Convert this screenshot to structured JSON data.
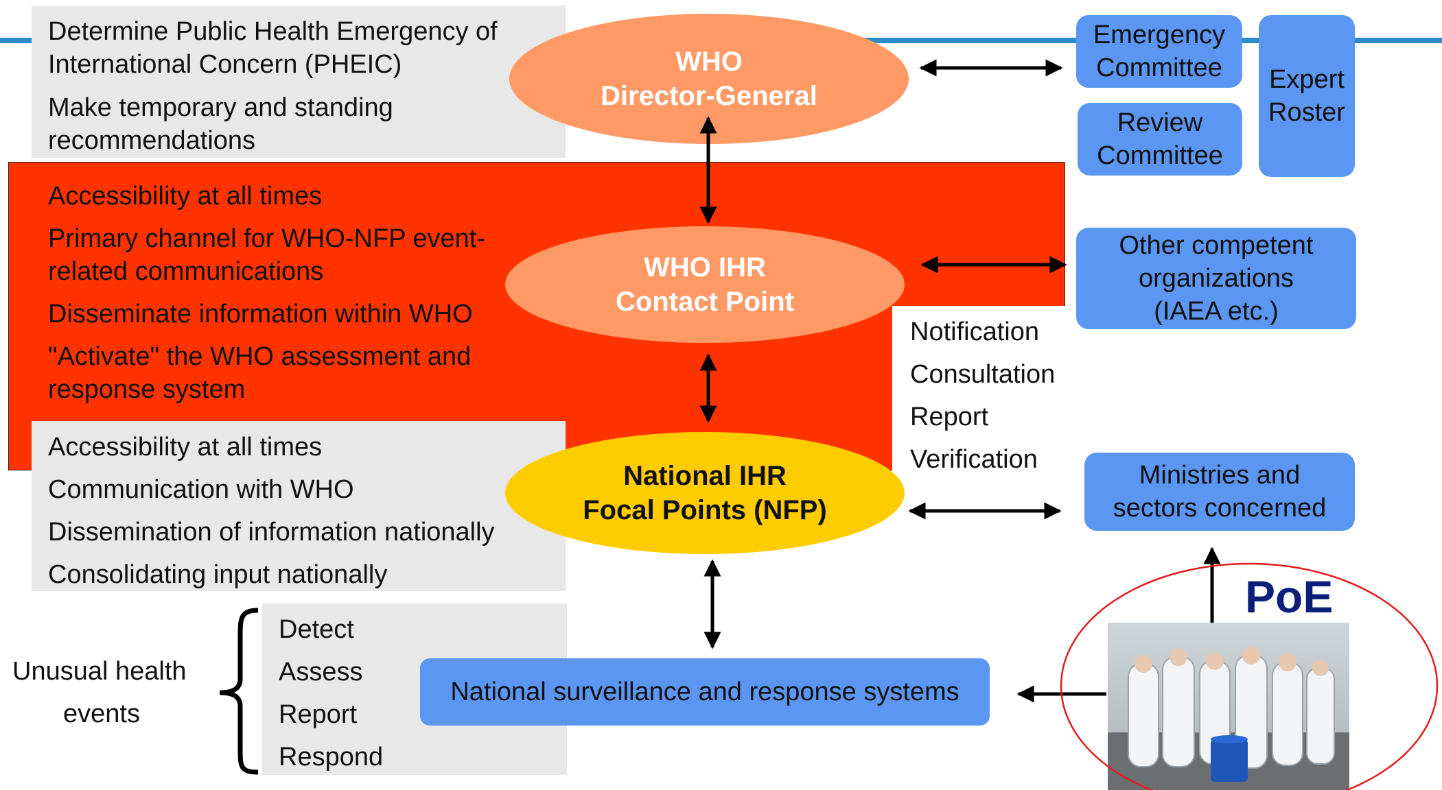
{
  "who_dg": {
    "line1": "WHO",
    "line2": "Director-General",
    "tasks": [
      "Determine Public Health Emergency of",
      "International Concern (PHEIC)",
      "Make temporary and standing",
      "recommendations"
    ]
  },
  "contact_point": {
    "line1": "WHO IHR",
    "line2": "Contact Point",
    "tasks": [
      "Accessibility at all times",
      "Primary channel for WHO-NFP event-",
      "related communications",
      "Disseminate information within WHO",
      "\"Activate\" the WHO assessment and",
      "response system"
    ]
  },
  "nfp": {
    "line1": "National IHR",
    "line2": "Focal Points (NFP)",
    "tasks": [
      "Accessibility at all times",
      "Communication with WHO",
      "Dissemination of information nationally",
      "Consolidating input nationally"
    ]
  },
  "committees": {
    "emergency": [
      "Emergency",
      "Committee"
    ],
    "review": [
      "Review",
      "Committee"
    ],
    "expert": [
      "Expert",
      "Roster"
    ]
  },
  "other_orgs": [
    "Other competent",
    "organizations",
    "(IAEA etc.)"
  ],
  "ministries": [
    "Ministries and",
    "sectors concerned"
  ],
  "exchange_types": [
    "Notification",
    "Consultation",
    "Report",
    "Verification"
  ],
  "surveillance": "National surveillance and response systems",
  "unusual_events": [
    "Unusual health",
    "events"
  ],
  "actions": [
    "Detect",
    "Assess",
    "Report",
    "Respond"
  ],
  "poe_label": "PoE",
  "colors": {
    "red_panel": "#ff3300",
    "gray_panel": "#e8e8e8",
    "dg_ellipse": "#ff9966",
    "cp_ellipse": "#ff9966",
    "nfp_ellipse": "#ffcc00",
    "blue_box": "#5a96f2",
    "poe_text": "#0b1f7a",
    "header_line": "#2c8cc7"
  }
}
